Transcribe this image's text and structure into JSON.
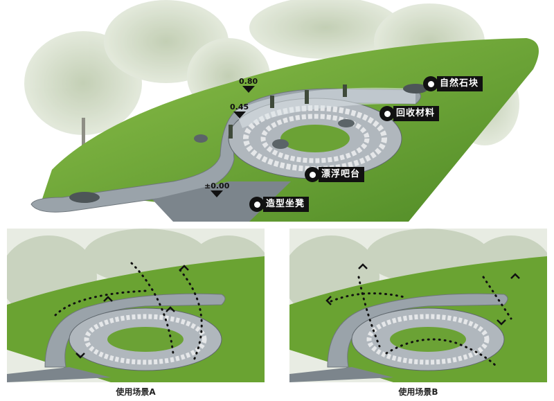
{
  "labels": {
    "natural_stone": "自然石块",
    "recycled_material": "回收材料",
    "floating_bar": "漂浮吧台",
    "sculpted_bench": "造型坐凳"
  },
  "elevations": {
    "top": "0.80",
    "mid": "0.45",
    "ground": "±0.00"
  },
  "captions": {
    "scene_a": "使用场景A",
    "scene_b": "使用场景B"
  },
  "colors": {
    "grass": "#5f9c2e",
    "grass_light": "#8cc04a",
    "paving": "#7c858c",
    "bench_stone": "#9aa3aa",
    "tree_haze": "#c9d3bf",
    "label_bg": "#111111"
  }
}
